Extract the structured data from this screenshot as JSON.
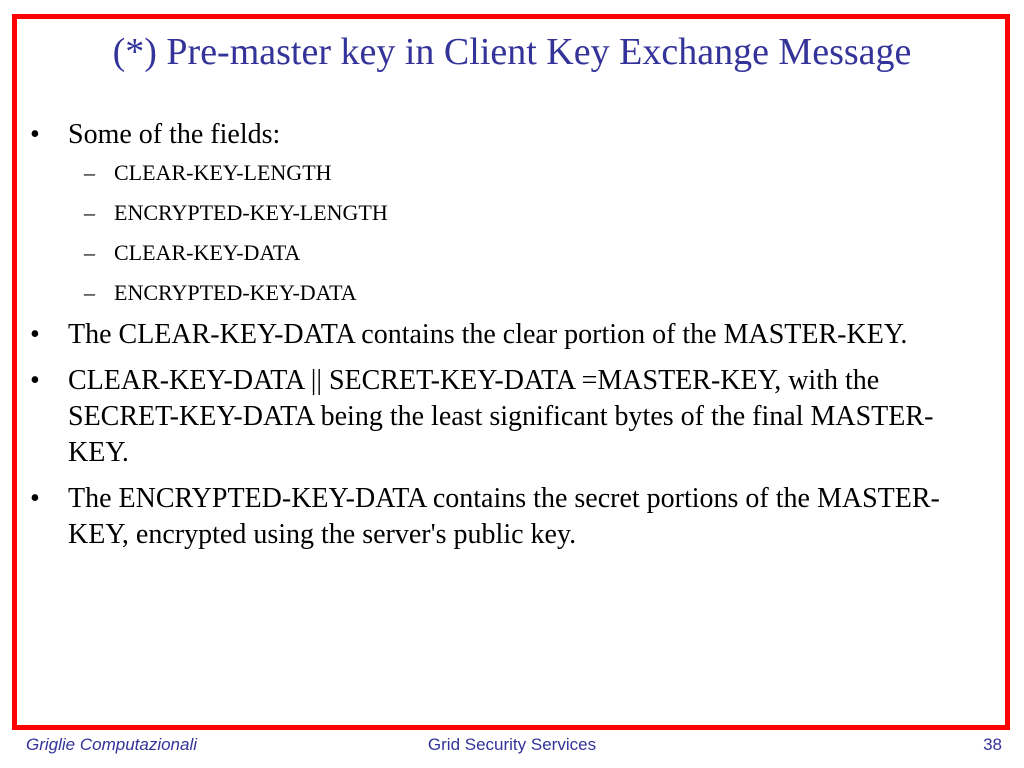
{
  "slide": {
    "title": "(*) Pre-master key in Client Key Exchange Message",
    "bullets": [
      {
        "text": "Some of the fields:",
        "subitems": [
          "CLEAR-KEY-LENGTH",
          "ENCRYPTED-KEY-LENGTH",
          "CLEAR-KEY-DATA",
          "ENCRYPTED-KEY-DATA"
        ]
      },
      {
        "text": "The CLEAR-KEY-DATA contains the clear portion of the MASTER-KEY."
      },
      {
        "text": "CLEAR-KEY-DATA || SECRET-KEY-DATA =MASTER-KEY, with the SECRET-KEY-DATA being the least significant bytes of the final MASTER-KEY."
      },
      {
        "text": "The ENCRYPTED-KEY-DATA contains the secret portions of the MASTER-KEY, encrypted using the server's public key."
      }
    ],
    "bullet_glyph": "•",
    "dash_glyph": "–"
  },
  "footer": {
    "left": "Griglie Computazionali",
    "center": "Grid Security Services",
    "page_number": "38"
  },
  "colors": {
    "frame": "#ff0000",
    "title": "#333399",
    "footer": "#333399",
    "body_text": "#000000"
  }
}
